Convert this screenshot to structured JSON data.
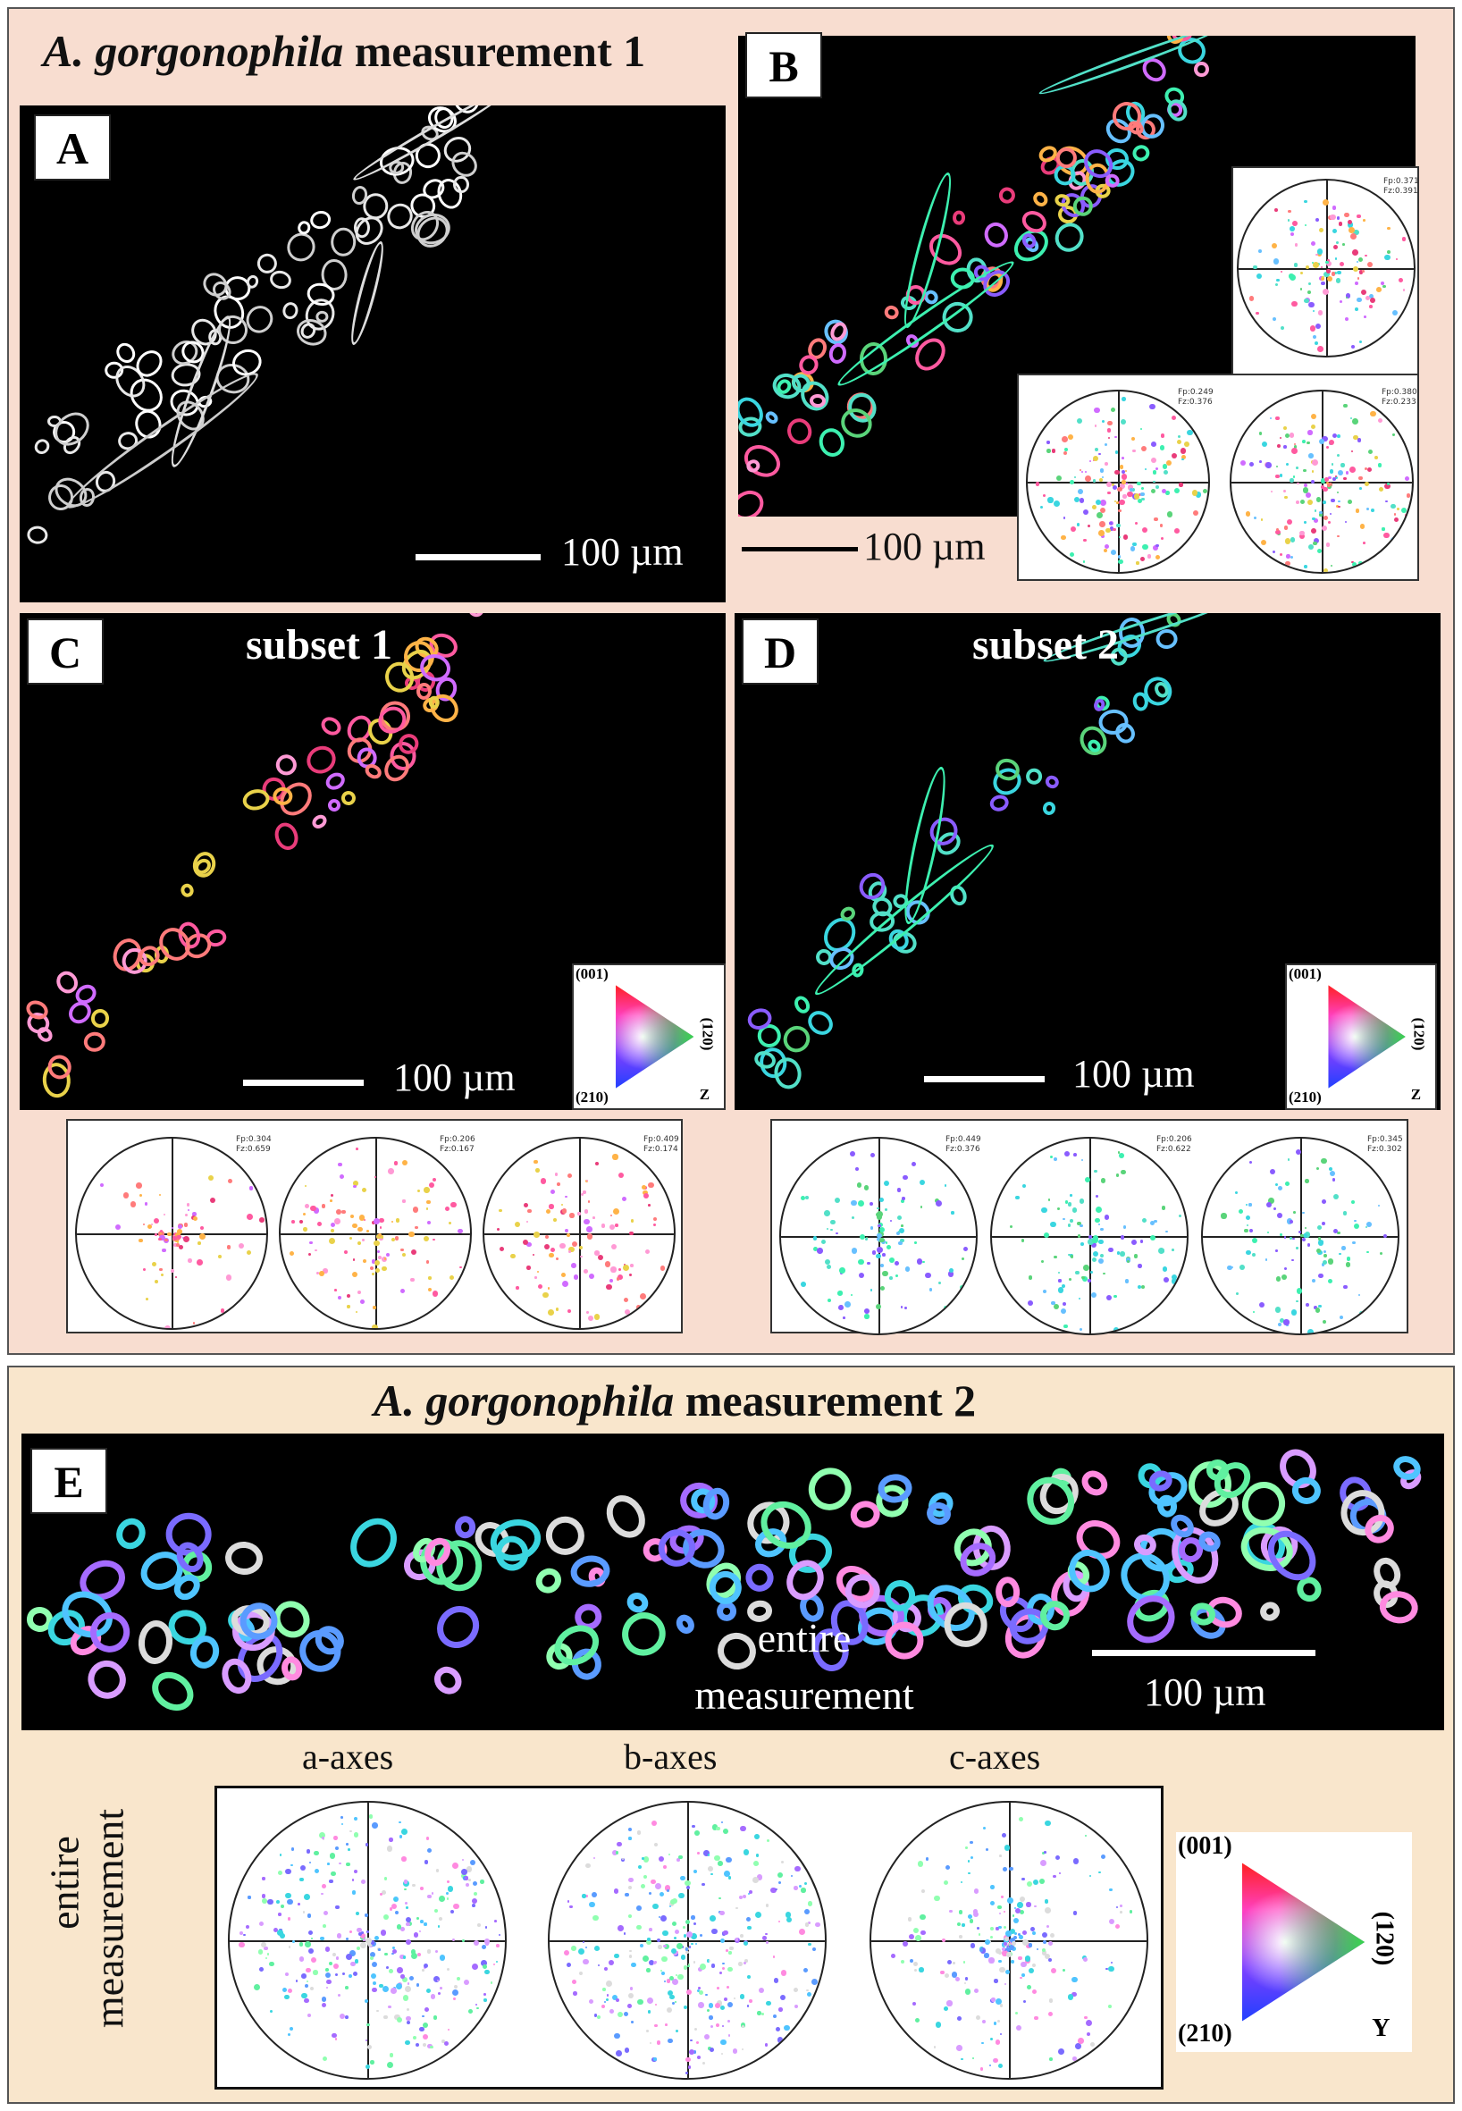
{
  "section1": {
    "title_species": "A. gorgonophila",
    "title_rest": "measurement 1"
  },
  "section2": {
    "title_species": "A. gorgonophila",
    "title_rest": "measurement 2"
  },
  "panels": {
    "A": {
      "letter": "A",
      "scale": "100 µm"
    },
    "B": {
      "letter": "B",
      "scale": "100 µm"
    },
    "C": {
      "letter": "C",
      "subset": "subset 1",
      "scale": "100 µm"
    },
    "D": {
      "letter": "D",
      "subset": "subset 2",
      "scale": "100 µm"
    },
    "E": {
      "letter": "E",
      "overlay_line1": "entire",
      "overlay_line2": "measurement",
      "scale": "100 µm"
    }
  },
  "pole_figure_text": {
    "B_top": [
      "Fp:0.371",
      "Fz:0.391"
    ],
    "B_left": [
      "Fp:0.249",
      "Fz:0.376"
    ],
    "B_right": [
      "Fp:0.380",
      "Fz:0.233"
    ],
    "C1": [
      "Fp:0.304",
      "Fz:0.659"
    ],
    "C2": [
      "Fp:0.206",
      "Fz:0.167"
    ],
    "C3": [
      "Fp:0.409",
      "Fz:0.174"
    ],
    "D1": [
      "Fp:0.449",
      "Fz:0.376"
    ],
    "D2": [
      "Fp:0.206",
      "Fz:0.622"
    ],
    "D3": [
      "Fp:0.345",
      "Fz:0.302"
    ]
  },
  "legend_small": {
    "top": "(001)",
    "right": "(120)",
    "bottom": "(210)",
    "axis": "Z"
  },
  "legend_large": {
    "top": "(001)",
    "right": "(120)",
    "bottom": "(210)",
    "axis": "Y"
  },
  "axes_labels": {
    "a": "a-axes",
    "b": "b-axes",
    "c": "c-axes"
  },
  "side_label": {
    "line1": "entire",
    "line2": "measurement"
  },
  "colors": {
    "section1_bg": "#f8ddd0",
    "section2_bg": "#f9e6cc",
    "panel_bg": "#000000"
  }
}
